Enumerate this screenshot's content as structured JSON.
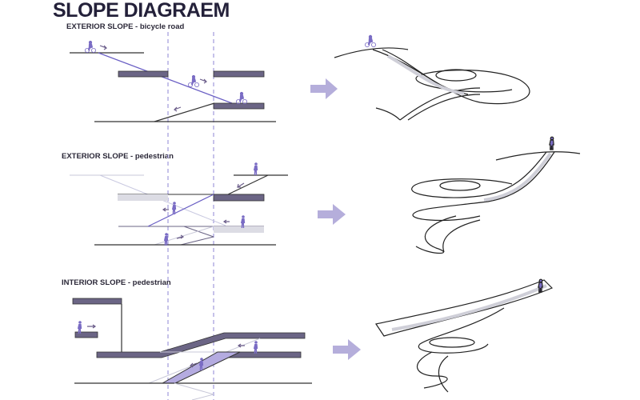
{
  "title": "SLOPE DIAGRAEM",
  "sections": [
    {
      "label": "EXTERIOR SLOPE - bicycle road"
    },
    {
      "label": "EXTERIOR SLOPE - pedestrian"
    },
    {
      "label": "INTERIOR SLOPE - pedestrian"
    }
  ],
  "colors": {
    "slab": "#6b6585",
    "route": "#6a5fc4",
    "arrow": "#b5aedb",
    "figure": "#7a6cc4",
    "light": "#dcdce4"
  }
}
